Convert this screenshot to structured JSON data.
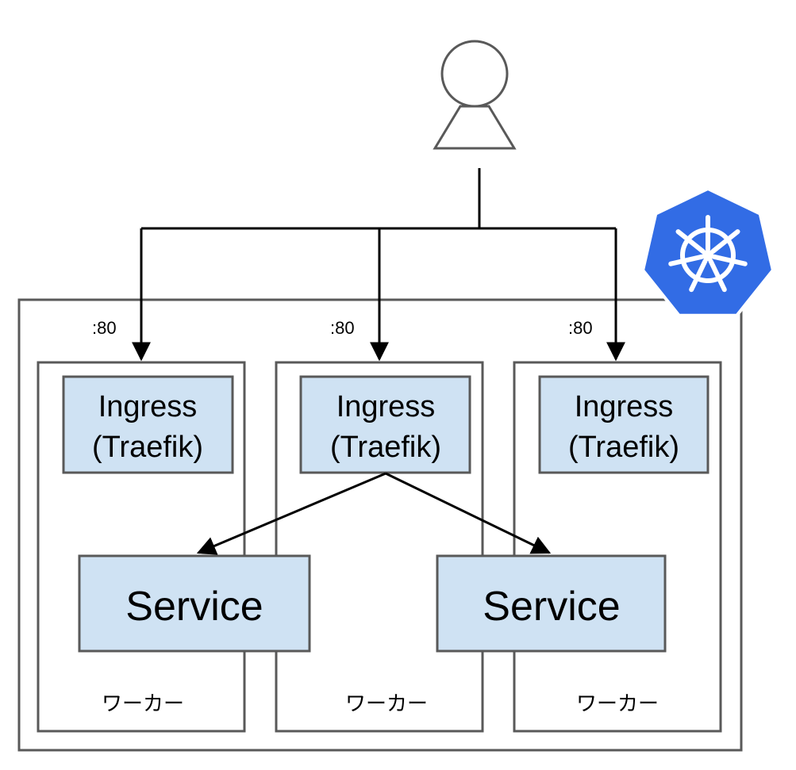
{
  "ports": [
    ":80",
    ":80",
    ":80"
  ],
  "ingress": [
    {
      "line1": "Ingress",
      "line2": "(Traefik)"
    },
    {
      "line1": "Ingress",
      "line2": "(Traefik)"
    },
    {
      "line1": "Ingress",
      "line2": "(Traefik)"
    }
  ],
  "services": [
    "Service",
    "Service"
  ],
  "workers": [
    "ワーカー",
    "ワーカー",
    "ワーカー"
  ],
  "colors": {
    "box_fill": "#cfe2f3",
    "box_stroke": "#595959",
    "frame_stroke": "#595959",
    "k8s_blue": "#326ce5",
    "line": "#000000"
  },
  "icons": {
    "user": "user-icon",
    "kubernetes": "kubernetes-logo-icon"
  }
}
